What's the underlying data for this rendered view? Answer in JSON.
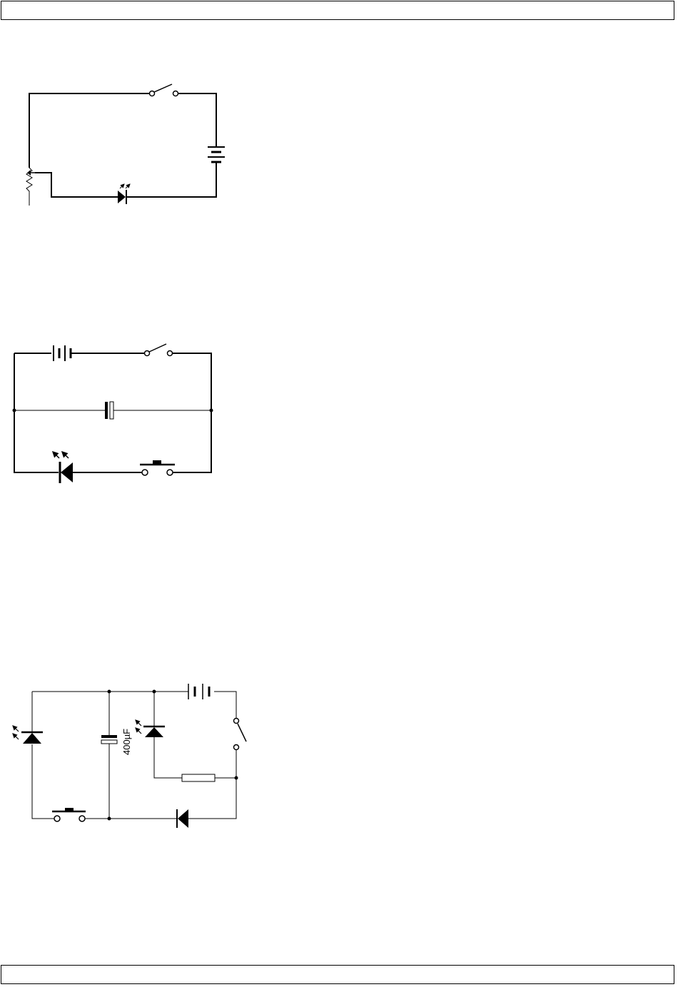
{
  "header": {
    "text": ""
  },
  "footer": {
    "text": ""
  },
  "diagrams": [
    {
      "id": "circuit-1",
      "components": [
        "switch",
        "battery",
        "potentiometer",
        "led"
      ]
    },
    {
      "id": "circuit-2",
      "components": [
        "battery",
        "switch",
        "capacitor",
        "led",
        "push-button"
      ]
    },
    {
      "id": "circuit-3",
      "components": [
        "led",
        "push-button",
        "capacitor",
        "led",
        "battery",
        "switch",
        "resistor",
        "diode"
      ],
      "capacitor_label": "400µF"
    }
  ]
}
